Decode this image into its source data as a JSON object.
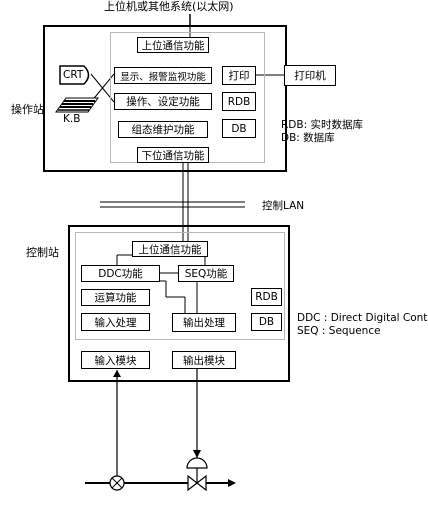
{
  "top_network_label": "上位机或其他系统(以太网)",
  "operator_station": {
    "label": "操作站",
    "upper_comm": "上位通信功能",
    "display_alarm": "显示、报警监视功能",
    "operate_set": "操作、设定功能",
    "config_maint": "组态维护功能",
    "lower_comm": "下位通信功能",
    "print_box": "打印",
    "rdb_box": "RDB",
    "db_box": "DB",
    "printer": "打印机",
    "crt": "CRT",
    "keyboard": "K.B"
  },
  "legend_op": {
    "rdb": "RDB: 实时数据库",
    "db": "DB:   数据库"
  },
  "control_lan": "控制LAN",
  "control_station": {
    "label": "控制站",
    "upper_comm": "上位通信功能",
    "ddc": "DDC功能",
    "seq": "SEQ功能",
    "calc": "运算功能",
    "input_proc": "输入处理",
    "output_proc": "输出处理",
    "rdb_box": "RDB",
    "db_box": "DB",
    "input_module": "输入模块",
    "output_module": "输出模块"
  },
  "legend_ctrl": {
    "ddc": "DDC : Direct Digital Control",
    "seq": "SEQ : Sequence"
  }
}
